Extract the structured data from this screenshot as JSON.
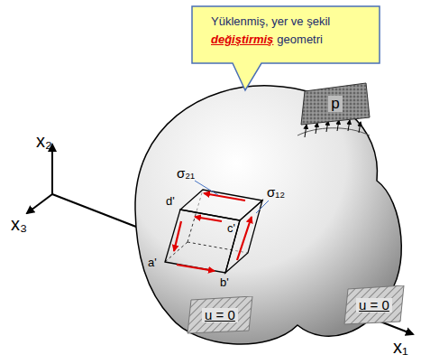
{
  "diagram": {
    "nodes": [
      {
        "text": [
          "Yüklenmiş, yer ve şekil",
          "değiştirmiş",
          "geometri"
        ]
      },
      {
        "text": [
          "p"
        ]
      },
      {
        "text": [
          "u = 0"
        ]
      },
      {
        "text": [
          "u = 0"
        ]
      }
    ],
    "labels": [
      "x₂",
      "x₃",
      "x₁",
      "σ₂₁",
      "σ₁₂",
      "a'",
      "b'",
      "c'",
      "d'"
    ]
  }
}
